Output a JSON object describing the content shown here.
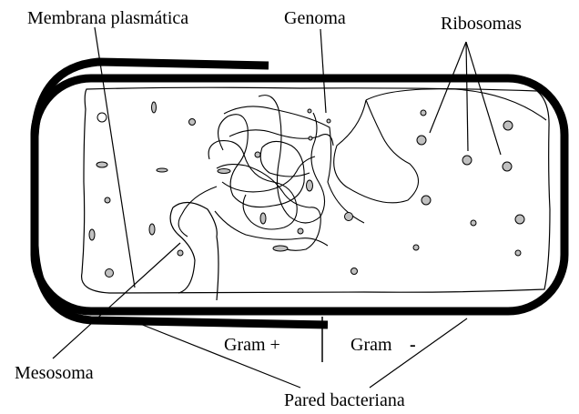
{
  "labels": {
    "membrane": "Membrana plasmática",
    "genome": "Genoma",
    "ribosomes": "Ribosomas",
    "mesosome": "Mesosoma",
    "gram_pos": "Gram +",
    "gram_neg": "Gram",
    "gram_neg_sign": "-",
    "wall": "Pared bacteriana"
  },
  "colors": {
    "stroke": "#000000",
    "granule_fill": "#c0c0c0",
    "background": "#ffffff"
  }
}
